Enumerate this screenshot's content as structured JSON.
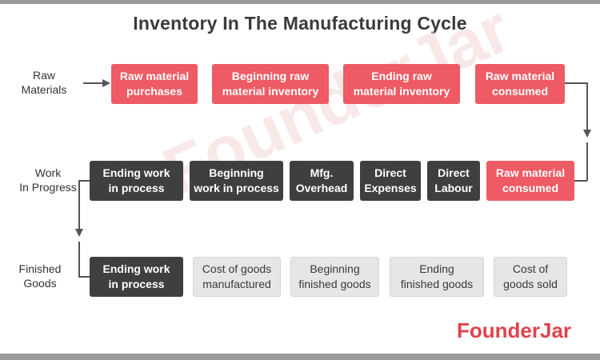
{
  "title": "Inventory In The Manufacturing Cycle",
  "watermark": "FounderJar",
  "brand": "FounderJar",
  "colors": {
    "red": "#ee5b64",
    "dark": "#3f3f3f",
    "light": "#e6e6e6",
    "brand": "#e0434c"
  },
  "rows": [
    {
      "label": "Raw\nMaterials",
      "boxes": [
        {
          "text": "Raw material\npurchases",
          "style": "red"
        },
        {
          "text": "Beginning raw\nmaterial inventory",
          "style": "red"
        },
        {
          "text": "Ending raw\nmaterial inventory",
          "style": "red"
        },
        {
          "text": "Raw material\nconsumed",
          "style": "red"
        }
      ]
    },
    {
      "label": "Work\nIn Progress",
      "boxes": [
        {
          "text": "Ending work\nin process",
          "style": "dark"
        },
        {
          "text": "Beginning\nwork in process",
          "style": "dark"
        },
        {
          "text": "Mfg.\nOverhead",
          "style": "dark"
        },
        {
          "text": "Direct\nExpenses",
          "style": "dark"
        },
        {
          "text": "Direct\nLabour",
          "style": "dark"
        },
        {
          "text": "Raw material\nconsumed",
          "style": "red"
        }
      ]
    },
    {
      "label": "Finished\nGoods",
      "boxes": [
        {
          "text": "Ending work\nin process",
          "style": "dark"
        },
        {
          "text": "Cost of goods\nmanufactured",
          "style": "light"
        },
        {
          "text": "Beginning\nfinished goods",
          "style": "light"
        },
        {
          "text": "Ending\nfinished goods",
          "style": "light"
        },
        {
          "text": "Cost of\ngoods sold",
          "style": "light"
        }
      ]
    }
  ]
}
